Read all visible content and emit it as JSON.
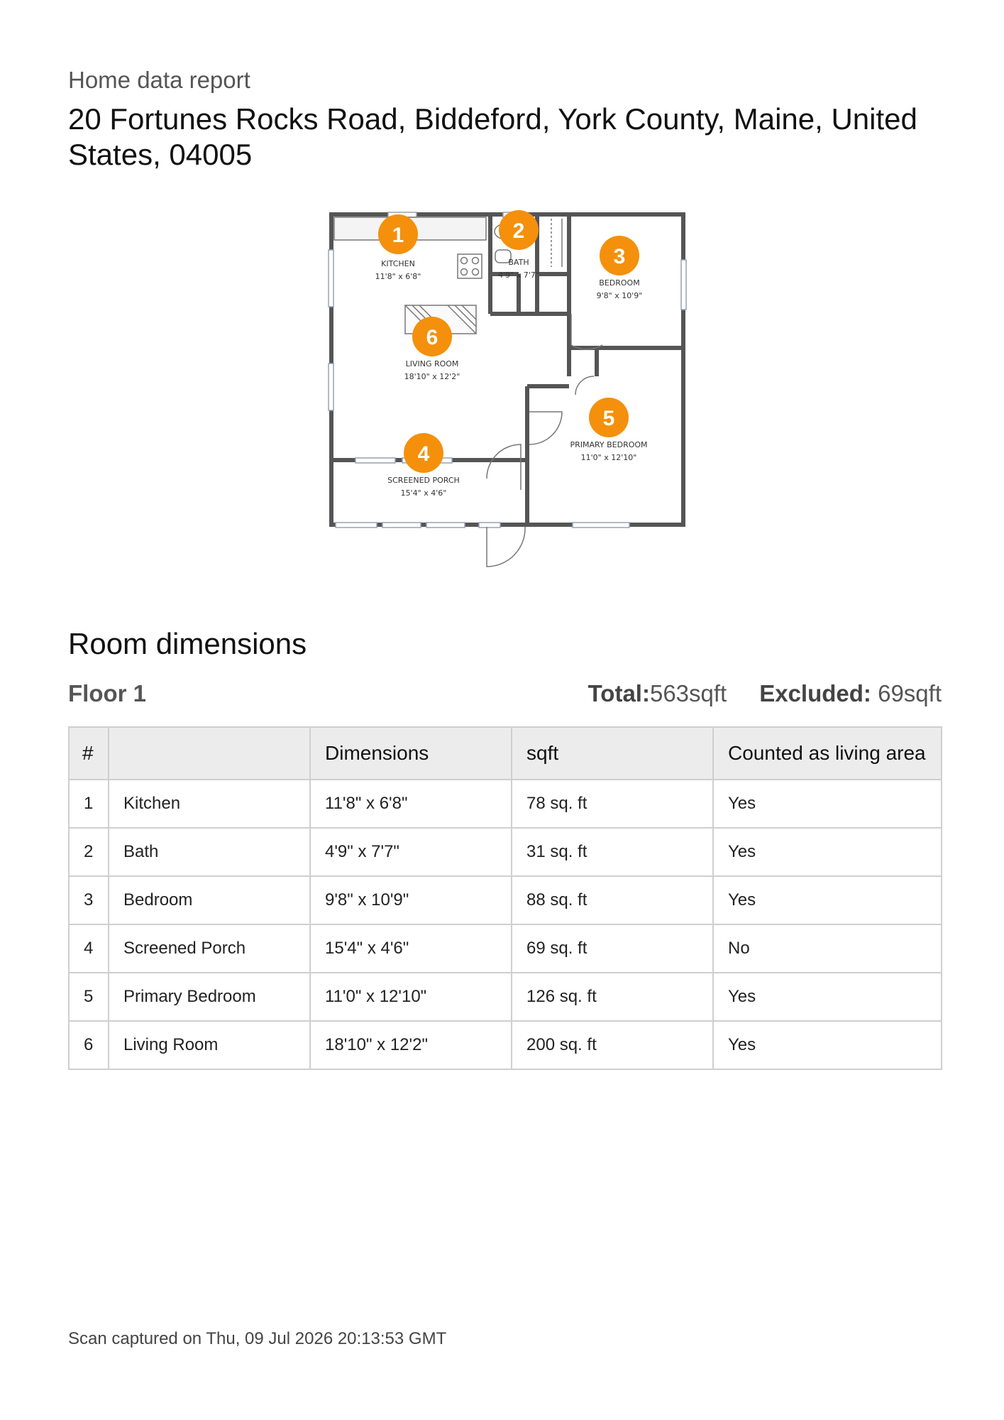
{
  "header": {
    "doc_type": "Home data report",
    "address": "20 Fortunes Rocks Road, Biddeford, York County, Maine, United States, 04005"
  },
  "floorplan": {
    "accent_color": "#f4900c",
    "wall_color": "#555555",
    "rooms": [
      {
        "number": "1",
        "label": "KITCHEN",
        "dims": "11'8\" x 6'8\""
      },
      {
        "number": "2",
        "label": "BATH",
        "dims": "4'9\" x 7'7\""
      },
      {
        "number": "3",
        "label": "BEDROOM",
        "dims": "9'8\" x 10'9\""
      },
      {
        "number": "4",
        "label": "SCREENED PORCH",
        "dims": "15'4\" x 4'6\""
      },
      {
        "number": "5",
        "label": "PRIMARY BEDROOM",
        "dims": "11'0\" x 12'10\""
      },
      {
        "number": "6",
        "label": "LIVING ROOM",
        "dims": "18'10\" x 12'2\""
      }
    ]
  },
  "room_dimensions": {
    "title": "Room dimensions",
    "floor": "Floor 1",
    "total_label": "Total:",
    "total_value": "563sqft",
    "excluded_label": "Excluded:",
    "excluded_value": "69sqft",
    "columns": [
      "#",
      "",
      "Dimensions",
      "sqft",
      "Counted as living area"
    ],
    "rows": [
      {
        "num": "1",
        "name": "Kitchen",
        "dims": "11'8\" x 6'8\"",
        "sqft": "78 sq. ft",
        "living": "Yes"
      },
      {
        "num": "2",
        "name": "Bath",
        "dims": "4'9\" x 7'7\"",
        "sqft": "31 sq. ft",
        "living": "Yes"
      },
      {
        "num": "3",
        "name": "Bedroom",
        "dims": "9'8\" x 10'9\"",
        "sqft": "88 sq. ft",
        "living": "Yes"
      },
      {
        "num": "4",
        "name": "Screened Porch",
        "dims": "15'4\" x 4'6\"",
        "sqft": "69 sq. ft",
        "living": "No"
      },
      {
        "num": "5",
        "name": "Primary Bedroom",
        "dims": "11'0\" x 12'10\"",
        "sqft": "126 sq. ft",
        "living": "Yes"
      },
      {
        "num": "6",
        "name": "Living Room",
        "dims": "18'10\" x 12'2\"",
        "sqft": "200 sq. ft",
        "living": "Yes"
      }
    ]
  },
  "footer": {
    "scan_text": "Scan captured on Thu, 09 Jul 2026 20:13:53 GMT"
  }
}
